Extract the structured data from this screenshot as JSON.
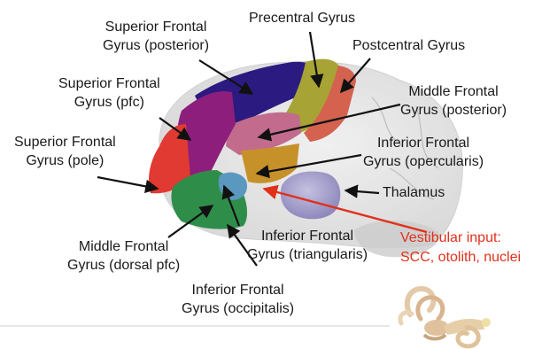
{
  "labels": {
    "sfg_posterior": [
      "Superior Frontal",
      "Gyrus (posterior)"
    ],
    "precentral": [
      "Precentral Gyrus"
    ],
    "postcentral": [
      "Postcentral Gyrus"
    ],
    "sfg_pfc": [
      "Superior Frontal",
      "Gyrus (pfc)"
    ],
    "mfg_posterior": [
      "Middle Frontal",
      "Gyrus (posterior)"
    ],
    "sfg_pole": [
      "Superior Frontal",
      "Gyrus (pole)"
    ],
    "ifg_opercularis": [
      "Inferior Frontal",
      "Gyrus (opercularis)"
    ],
    "thalamus": [
      "Thalamus"
    ],
    "mfg_dorsal": [
      "Middle Frontal",
      "Gyrus (dorsal pfc)"
    ],
    "ifg_triangularis": [
      "Inferior Frontal",
      "Gyrus (triangularis)"
    ],
    "ifg_occipitalis": [
      "Inferior Frontal",
      "Gyrus (occipitalis)"
    ],
    "vestibular": [
      "Vestibular input:",
      "SCC, otolith, nuclei"
    ]
  },
  "colors": {
    "sfg_posterior": "#2b1a80",
    "precentral": "#a7a334",
    "postcentral": "#d4624f",
    "sfg_pfc": "#8e1e7b",
    "sfg_pole": "#e03a32",
    "mfg_posterior": "#c26b8d",
    "ifg_opercularis": "#c7912a",
    "ifg_triangularis": "#5b98bf",
    "mfg_dorsal": "#2f8d4a",
    "thalamus": "#a6a1cc",
    "vestibular_arrow": "#e0311b",
    "label_arrow": "#111111"
  },
  "icons": [
    "inner-ear-illustration"
  ]
}
